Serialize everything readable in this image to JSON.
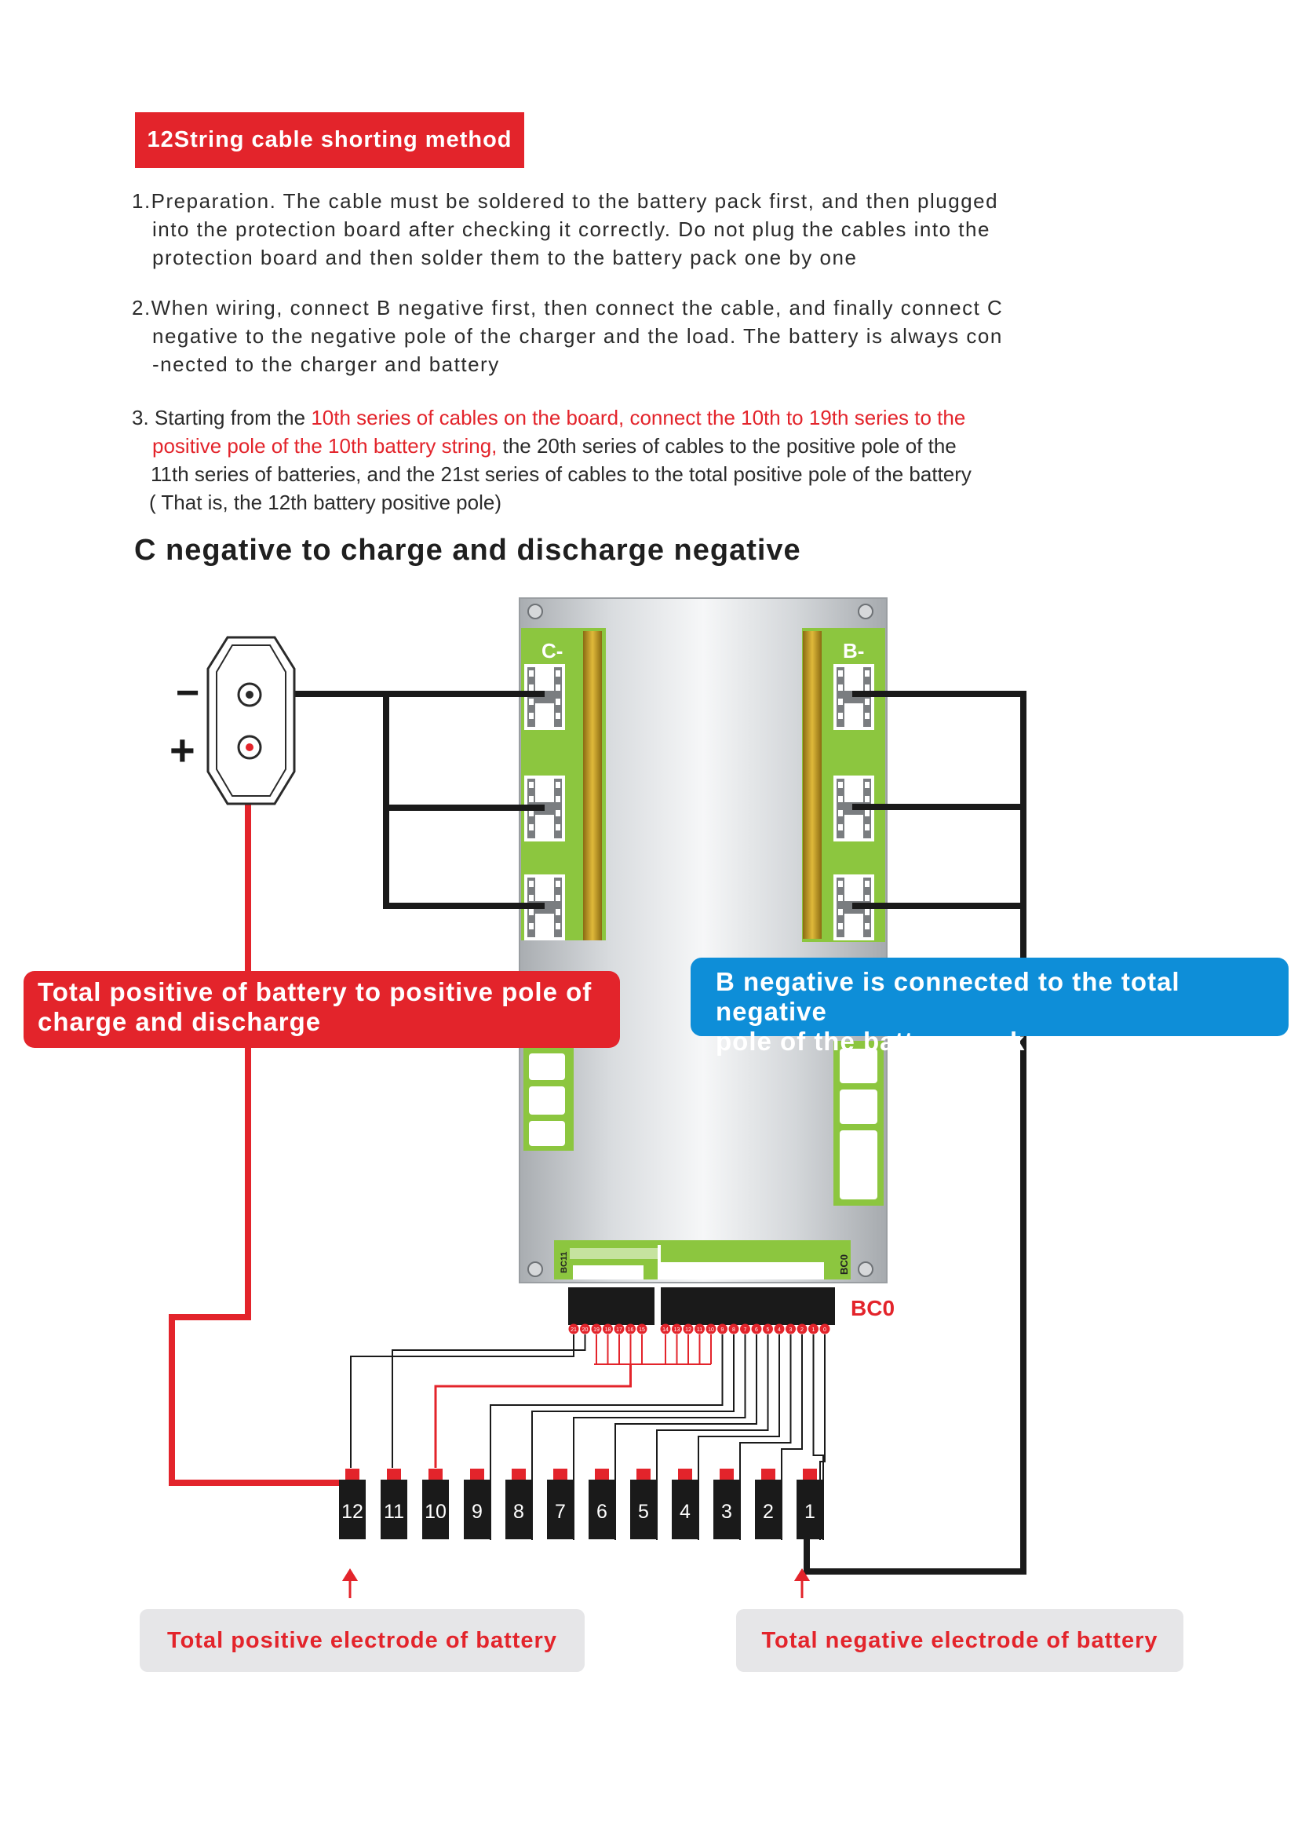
{
  "title": "12String cable shorting method",
  "steps": [
    {
      "lines": [
        "1.Preparation. The cable must be soldered to the battery pack first, and then plugged",
        "into the protection board after checking it correctly. Do not plug the cables into the",
        "protection board and then solder them to the battery pack one by one"
      ]
    },
    {
      "lines": [
        "2.When wiring, connect B negative first, then connect the cable, and finally connect C",
        "negative to the negative pole of the charger and the load. The battery is always con",
        "-nected to the charger and battery"
      ]
    },
    {
      "line1_black": "3. Starting from the ",
      "line1_red": "10th series of cables on the board, connect the 10th to 19th series to the",
      "line2_red": "positive pole of the 10th battery string,",
      "line2_black": " the 20th series of cables to the positive pole of the",
      "line3": "11th series of batteries, and the 21st series of cables to the total positive pole of the battery",
      "line4": "( That is, the 12th battery positive pole)"
    }
  ],
  "heading": "C negative to charge and discharge negative",
  "board": {
    "c_label": "C-",
    "b_label": "B-",
    "bc0_label": "BC0",
    "connector_tag_left": "BC11",
    "connector_tag_right": "BC0",
    "pins_left": [
      "21",
      "20",
      "19",
      "18",
      "17",
      "16",
      "15"
    ],
    "pins_right": [
      "14",
      "13",
      "12",
      "11",
      "10",
      "9",
      "8",
      "7",
      "6",
      "5",
      "4",
      "3",
      "2",
      "1",
      "0"
    ]
  },
  "charge_port": {
    "minus": "−",
    "plus": "+"
  },
  "callouts": {
    "red_line1": "Total positive of battery to positive pole of",
    "red_line2": "charge and discharge",
    "blue_line1": "B negative is connected to the total negative",
    "blue_line2": "pole of the battery pack"
  },
  "cells": [
    "12",
    "11",
    "10",
    "9",
    "8",
    "7",
    "6",
    "5",
    "4",
    "3",
    "2",
    "1"
  ],
  "bottom_labels": {
    "left": "Total positive electrode of battery",
    "right": "Total negative electrode of battery"
  },
  "colors": {
    "red": "#e3242b",
    "blue": "#0e8ed8",
    "green": "#8cc63f",
    "gold": "#c9a227",
    "black": "#1a1a1a"
  }
}
